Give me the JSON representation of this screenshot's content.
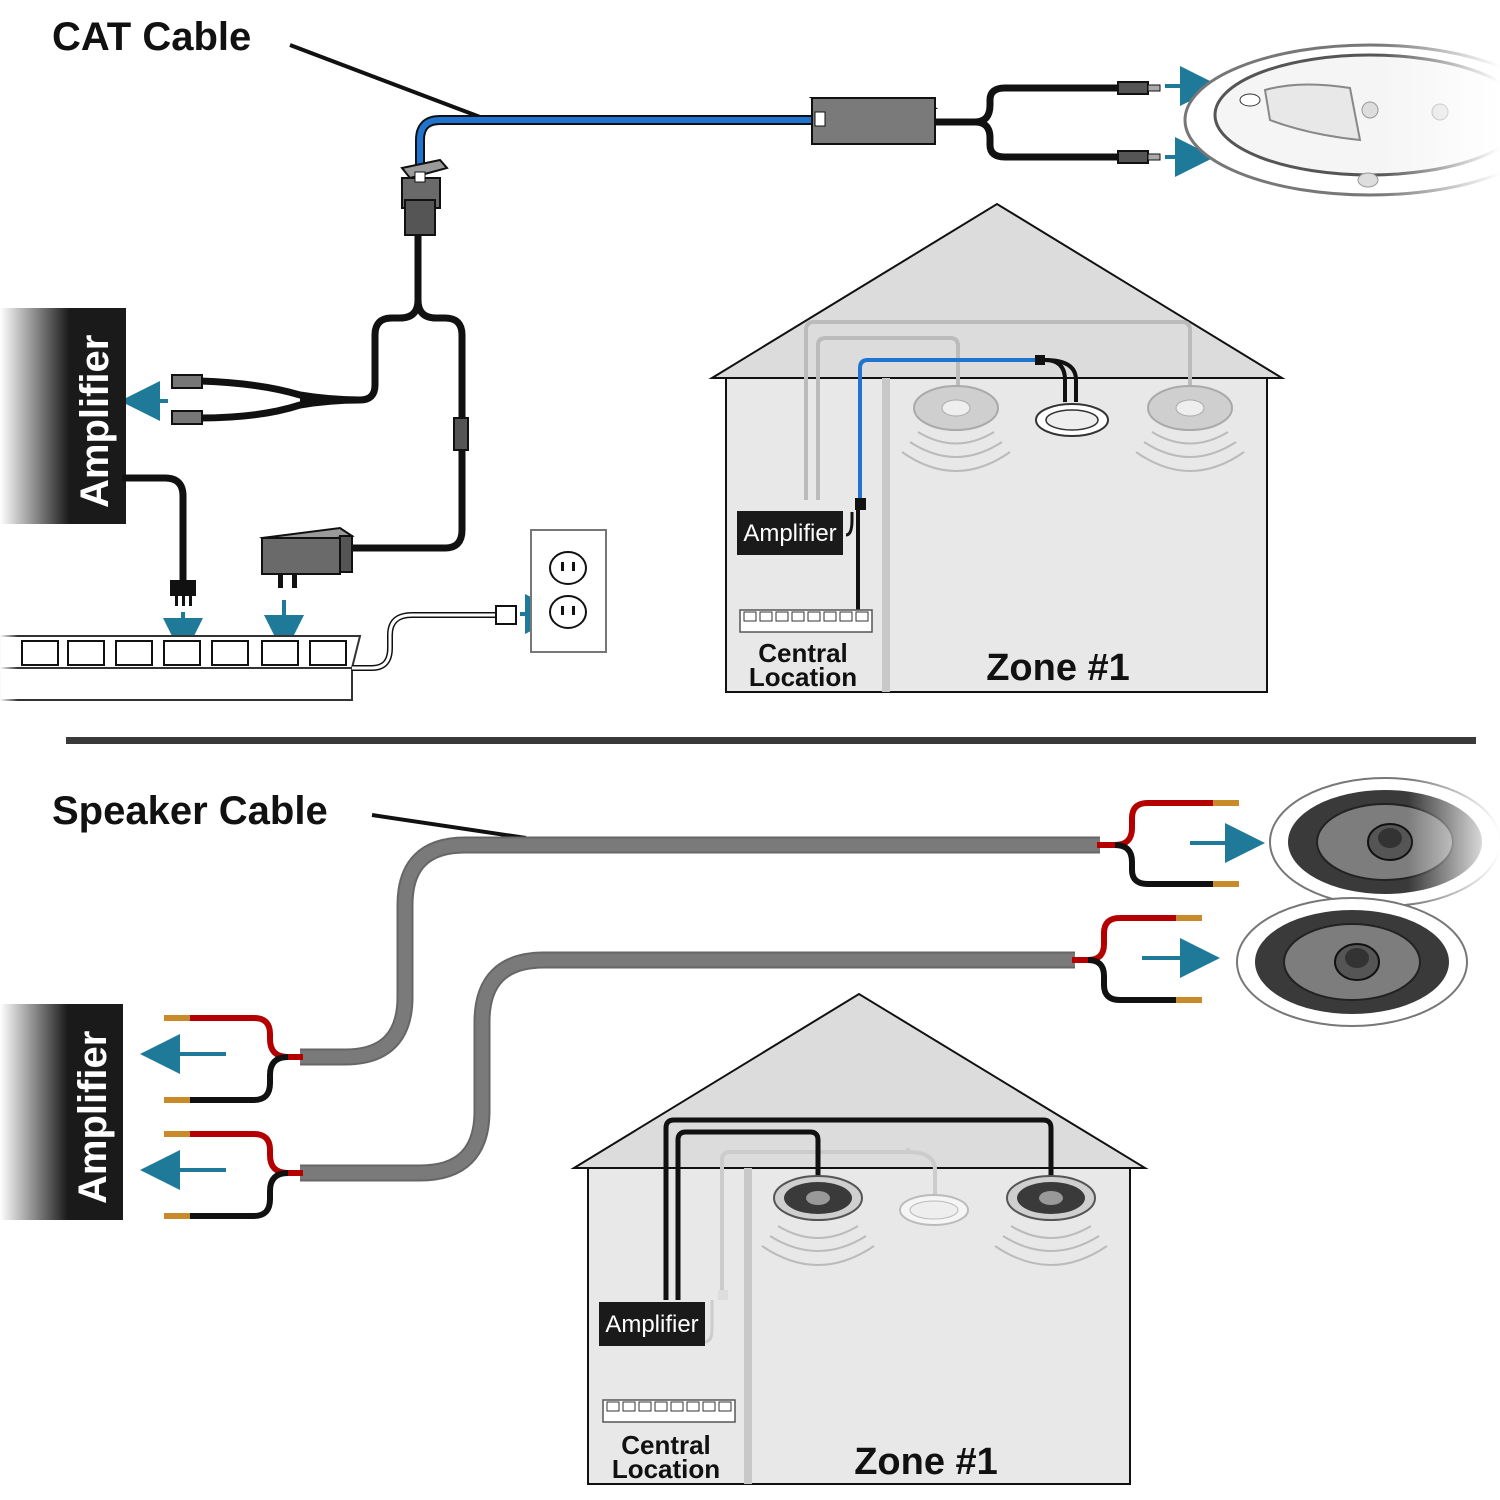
{
  "top_panel": {
    "cable_label": "CAT Cable",
    "side_label": "Amplifier",
    "house": {
      "amp_label": "Amplifier",
      "central_line1": "Central",
      "central_line2": "Location",
      "zone_label": "Zone #1"
    }
  },
  "bottom_panel": {
    "cable_label": "Speaker Cable",
    "side_label": "Amplifier",
    "house": {
      "amp_label": "Amplifier",
      "central_line1": "Central",
      "central_line2": "Location",
      "zone_label": "Zone #1"
    }
  },
  "colors": {
    "cat_cable": "#1f74d0",
    "speaker_cable": "#7a7a7a",
    "wire_red": "#b50000",
    "wire_black": "#111111",
    "arrow": "#1f7a99",
    "house_fill": "#dcdcdc",
    "amp_box": "#1a1a1a"
  }
}
